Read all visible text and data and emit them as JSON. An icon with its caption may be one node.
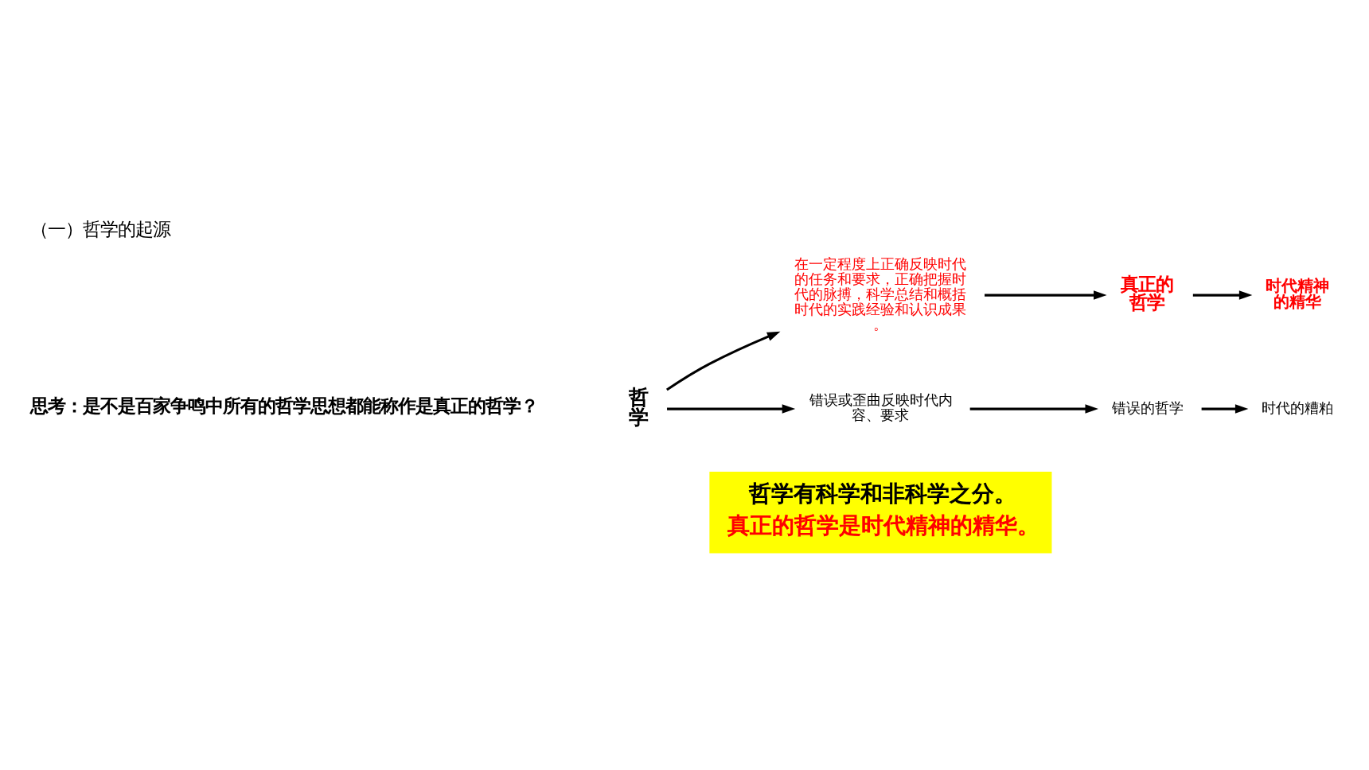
{
  "diagram": {
    "title": "（一）哲学的起源",
    "nodes": [
      {
        "text": [
          "哲学"
        ]
      },
      {
        "text": [
          "在一定程度上正确反映时代的任务和要求，正确把握时代的脉搏，科学总结和概括时代的实践经验和认识成果。"
        ]
      },
      {
        "text": [
          "真正的哲学"
        ]
      },
      {
        "text": [
          "时代精神的精华"
        ]
      },
      {
        "text": [
          "错误或歪曲反映时代内容、要求"
        ]
      },
      {
        "text": [
          "错误的哲学"
        ]
      },
      {
        "text": [
          "时代的糟粕"
        ]
      },
      {
        "text": [
          "哲学有科学和非科学之分。",
          "真正的哲学是时代精神的精华。"
        ]
      }
    ],
    "edges": [
      {
        "from": 0,
        "to": 1,
        "arrow": "to"
      },
      {
        "from": 0,
        "to": 4,
        "arrow": "to"
      },
      {
        "from": 1,
        "to": 2,
        "arrow": "to"
      },
      {
        "from": 2,
        "to": 3,
        "arrow": "to"
      },
      {
        "from": 4,
        "to": 5,
        "arrow": "to"
      },
      {
        "from": 5,
        "to": 6,
        "arrow": "to"
      }
    ],
    "labels": [
      "思考：是不是百家争鸣中所有的哲学思想都能称作是真正的哲学？"
    ]
  }
}
